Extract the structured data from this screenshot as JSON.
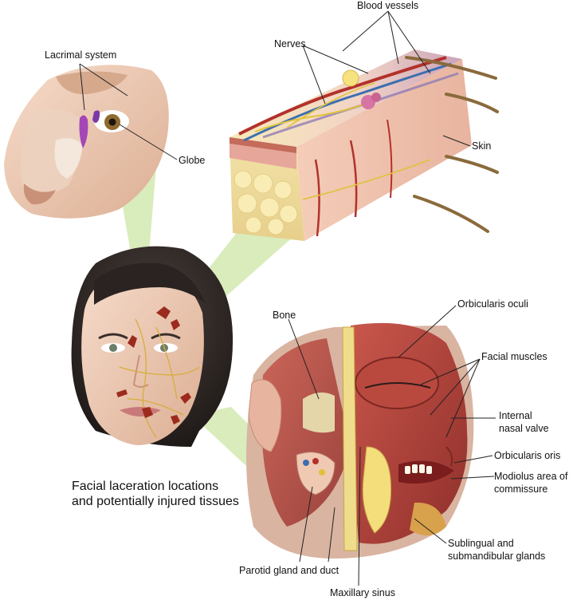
{
  "labels": {
    "lacrimal_system": "Lacrimal system",
    "globe": "Globe",
    "blood_vessels": "Blood vessels",
    "nerves": "Nerves",
    "skin": "Skin",
    "bone": "Bone",
    "orbicularis_oculi": "Orbicularis oculi",
    "facial_muscles": "Facial muscles",
    "internal_nasal_valve_1": "Internal",
    "internal_nasal_valve_2": "nasal valve",
    "orbicularis_oris": "Orbicularis oris",
    "modiolus_1": "Modiolus area of",
    "modiolus_2": "commissure",
    "sublingual_1": "Sublingual and",
    "sublingual_2": "submandibular glands",
    "parotid": "Parotid  gland and duct",
    "maxillary_sinus": "Maxillary sinus"
  },
  "caption": {
    "line1": "Facial laceration locations",
    "line2": "and potentially injured tissues"
  },
  "colors": {
    "connector_green": "#c9e3a0",
    "skin": "#f1cdb7",
    "muscle": "#b8473f",
    "fat": "#f2e08a",
    "hair": "#2b2523",
    "vessel": "#b3312b",
    "nerve": "#e0c23a"
  }
}
